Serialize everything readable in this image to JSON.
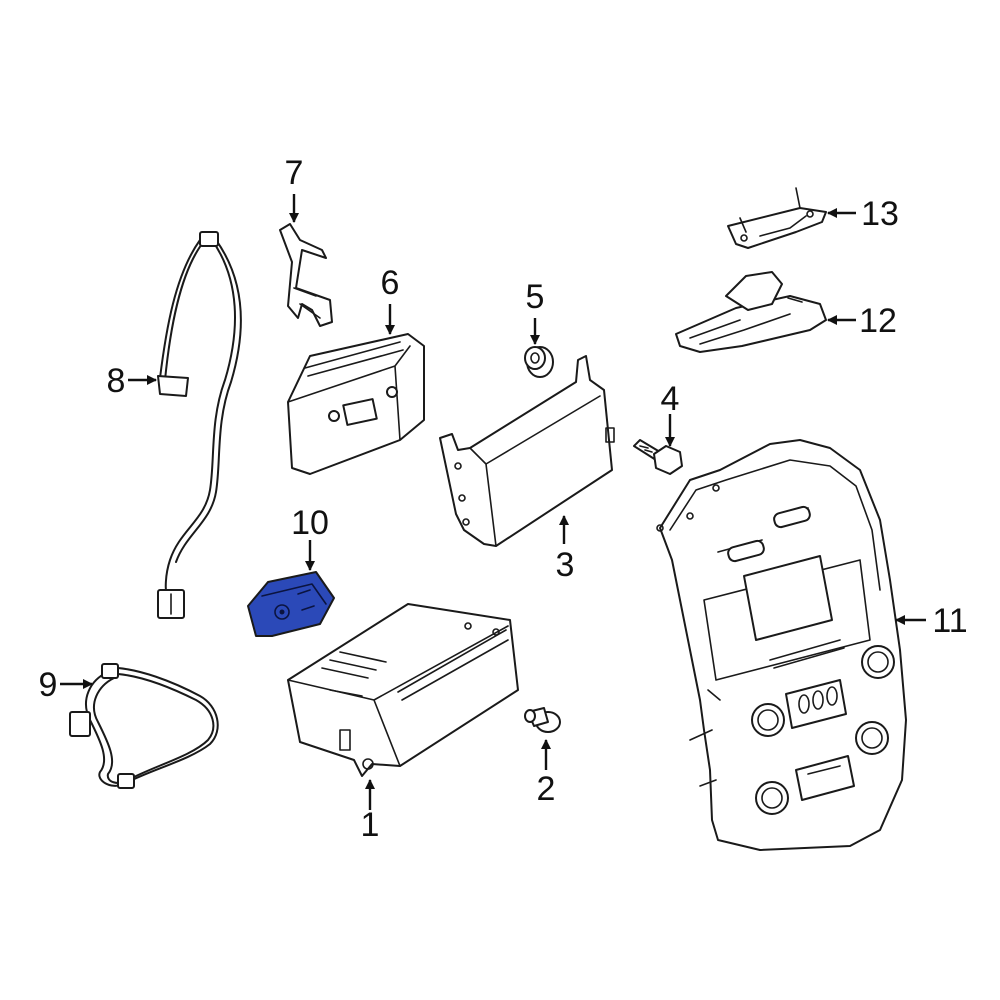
{
  "callouts": [
    {
      "id": "1",
      "label": "1"
    },
    {
      "id": "2",
      "label": "2"
    },
    {
      "id": "3",
      "label": "3"
    },
    {
      "id": "4",
      "label": "4"
    },
    {
      "id": "5",
      "label": "5"
    },
    {
      "id": "6",
      "label": "6"
    },
    {
      "id": "7",
      "label": "7"
    },
    {
      "id": "8",
      "label": "8"
    },
    {
      "id": "9",
      "label": "9"
    },
    {
      "id": "10",
      "label": "10"
    },
    {
      "id": "11",
      "label": "11"
    },
    {
      "id": "12",
      "label": "12"
    },
    {
      "id": "13",
      "label": "13"
    }
  ],
  "highlight": {
    "part": "10",
    "color": "#2b49b8"
  },
  "line_color": "#1a1a1a"
}
